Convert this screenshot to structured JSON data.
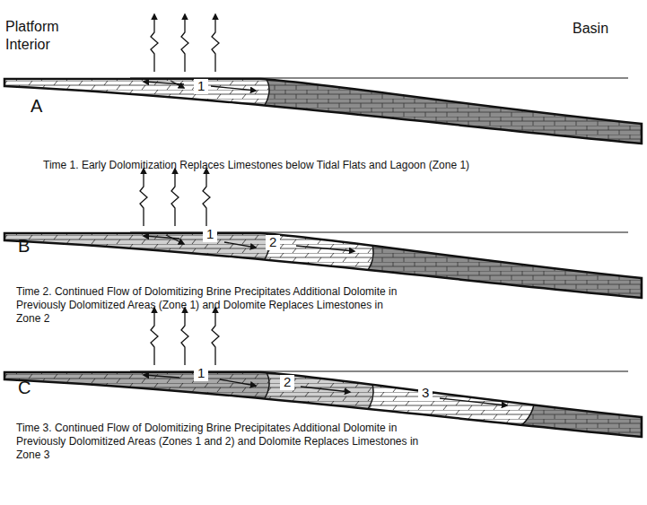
{
  "diagram": {
    "labels": [
      "Platform Interior",
      "Basin",
      "1",
      "A",
      "Time 1.  Early Dolomitization Replaces Limestones below Tidal Flats and Lagoon (Zone 1)",
      "1",
      "2",
      "B",
      "Time 2.  Continued Flow of Dolomitizing Brine Precipitates Additional Dolomite in Previously Dolomitized Areas (Zone 1) and Dolomite Replaces Limestones in Zone 2",
      "1",
      "2",
      "3",
      "C",
      "Time 3.  Continued Flow of Dolomitizing Brine Precipitates Additional Dolomite in Previously Dolomitized Areas (Zones 1 and 2) and Dolomite Replaces Limestones in Zone 3"
    ]
  }
}
